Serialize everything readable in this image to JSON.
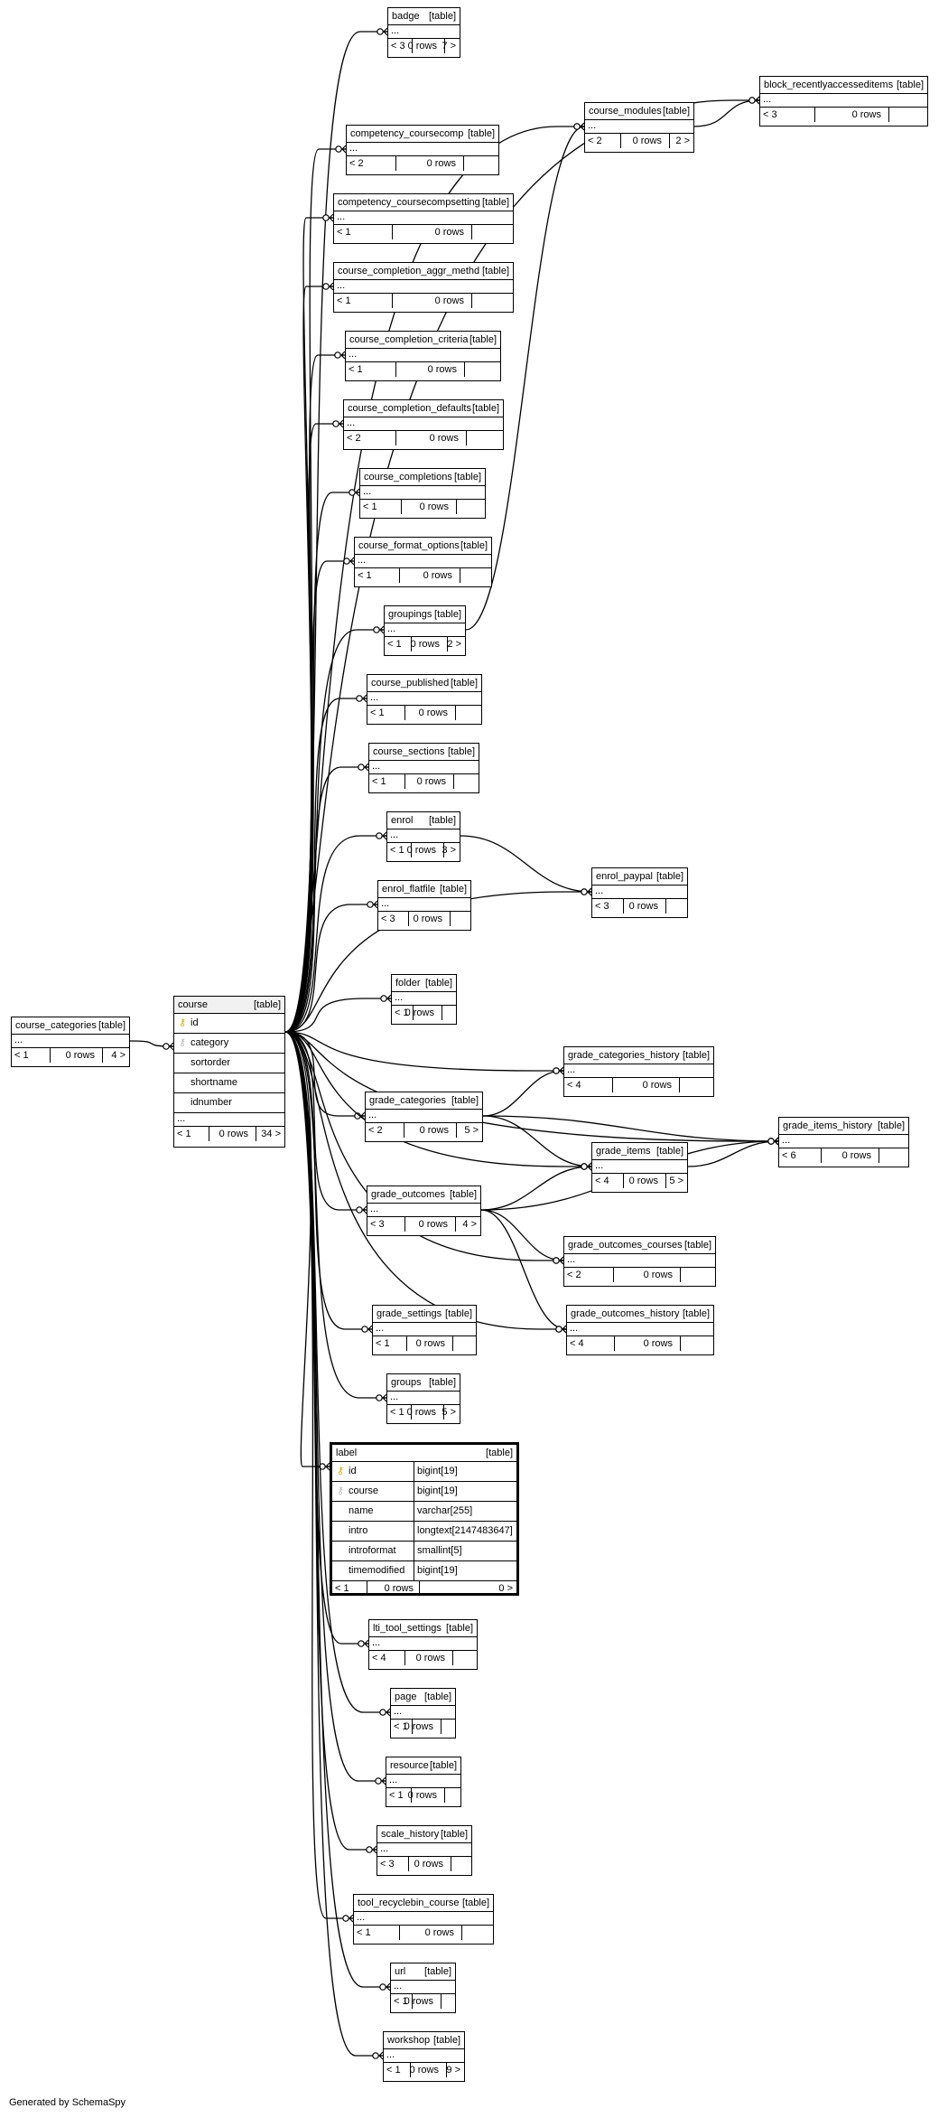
{
  "footer": "Generated by SchemaSpy",
  "table_kind_label": "[table]",
  "ellipsis": "...",
  "tables": [
    {
      "id": "badge",
      "name": "badge",
      "in": "< 3",
      "rows": "0 rows",
      "out": "7 >"
    },
    {
      "id": "block_recentlyaccesseditems",
      "name": "block_recentlyaccesseditems",
      "in": "< 3",
      "rows": "0 rows",
      "out": ""
    },
    {
      "id": "course_modules",
      "name": "course_modules",
      "in": "< 2",
      "rows": "0 rows",
      "out": "2 >"
    },
    {
      "id": "competency_coursecomp",
      "name": "competency_coursecomp",
      "in": "< 2",
      "rows": "0 rows",
      "out": ""
    },
    {
      "id": "competency_coursecompsetting",
      "name": "competency_coursecompsetting",
      "in": "< 1",
      "rows": "0 rows",
      "out": ""
    },
    {
      "id": "course_completion_aggr_methd",
      "name": "course_completion_aggr_methd",
      "in": "< 1",
      "rows": "0 rows",
      "out": ""
    },
    {
      "id": "course_completion_criteria",
      "name": "course_completion_criteria",
      "in": "< 1",
      "rows": "0 rows",
      "out": ""
    },
    {
      "id": "course_completion_defaults",
      "name": "course_completion_defaults",
      "in": "< 2",
      "rows": "0 rows",
      "out": ""
    },
    {
      "id": "course_completions",
      "name": "course_completions",
      "in": "< 1",
      "rows": "0 rows",
      "out": ""
    },
    {
      "id": "course_format_options",
      "name": "course_format_options",
      "in": "< 1",
      "rows": "0 rows",
      "out": ""
    },
    {
      "id": "groupings",
      "name": "groupings",
      "in": "< 1",
      "rows": "0 rows",
      "out": "2 >"
    },
    {
      "id": "course_published",
      "name": "course_published",
      "in": "< 1",
      "rows": "0 rows",
      "out": ""
    },
    {
      "id": "course_sections",
      "name": "course_sections",
      "in": "< 1",
      "rows": "0 rows",
      "out": ""
    },
    {
      "id": "enrol",
      "name": "enrol",
      "in": "< 1",
      "rows": "0 rows",
      "out": "3 >"
    },
    {
      "id": "enrol_paypal",
      "name": "enrol_paypal",
      "in": "< 3",
      "rows": "0 rows",
      "out": ""
    },
    {
      "id": "enrol_flatfile",
      "name": "enrol_flatfile",
      "in": "< 3",
      "rows": "0 rows",
      "out": ""
    },
    {
      "id": "folder",
      "name": "folder",
      "in": "< 1",
      "rows": "0 rows",
      "out": ""
    },
    {
      "id": "course_categories",
      "name": "course_categories",
      "in": "< 1",
      "rows": "0 rows",
      "out": "4 >"
    },
    {
      "id": "grade_categories_history",
      "name": "grade_categories_history",
      "in": "< 4",
      "rows": "0 rows",
      "out": ""
    },
    {
      "id": "grade_categories",
      "name": "grade_categories",
      "in": "< 2",
      "rows": "0 rows",
      "out": "5 >"
    },
    {
      "id": "grade_items_history",
      "name": "grade_items_history",
      "in": "< 6",
      "rows": "0 rows",
      "out": ""
    },
    {
      "id": "grade_items",
      "name": "grade_items",
      "in": "< 4",
      "rows": "0 rows",
      "out": "5 >"
    },
    {
      "id": "grade_outcomes",
      "name": "grade_outcomes",
      "in": "< 3",
      "rows": "0 rows",
      "out": "4 >"
    },
    {
      "id": "grade_outcomes_courses",
      "name": "grade_outcomes_courses",
      "in": "< 2",
      "rows": "0 rows",
      "out": ""
    },
    {
      "id": "grade_settings",
      "name": "grade_settings",
      "in": "< 1",
      "rows": "0 rows",
      "out": ""
    },
    {
      "id": "grade_outcomes_history",
      "name": "grade_outcomes_history",
      "in": "< 4",
      "rows": "0 rows",
      "out": ""
    },
    {
      "id": "groups",
      "name": "groups",
      "in": "< 1",
      "rows": "0 rows",
      "out": "5 >"
    },
    {
      "id": "lti_tool_settings",
      "name": "lti_tool_settings",
      "in": "< 4",
      "rows": "0 rows",
      "out": ""
    },
    {
      "id": "page",
      "name": "page",
      "in": "< 1",
      "rows": "0 rows",
      "out": ""
    },
    {
      "id": "resource",
      "name": "resource",
      "in": "< 1",
      "rows": "0 rows",
      "out": ""
    },
    {
      "id": "scale_history",
      "name": "scale_history",
      "in": "< 3",
      "rows": "0 rows",
      "out": ""
    },
    {
      "id": "tool_recyclebin_course",
      "name": "tool_recyclebin_course",
      "in": "< 1",
      "rows": "0 rows",
      "out": ""
    },
    {
      "id": "url",
      "name": "url",
      "in": "< 1",
      "rows": "0 rows",
      "out": ""
    },
    {
      "id": "workshop",
      "name": "workshop",
      "in": "< 1",
      "rows": "0 rows",
      "out": "9 >"
    }
  ],
  "course": {
    "name": "course",
    "columns": [
      {
        "key": "pk",
        "name": "id"
      },
      {
        "key": "fk",
        "name": "category"
      },
      {
        "key": "",
        "name": "sortorder"
      },
      {
        "key": "",
        "name": "shortname"
      },
      {
        "key": "",
        "name": "idnumber"
      }
    ],
    "in": "< 1",
    "rows": "0 rows",
    "out": "34 >"
  },
  "label": {
    "name": "label",
    "columns": [
      {
        "key": "pk",
        "name": "id",
        "type": "bigint[19]"
      },
      {
        "key": "fk",
        "name": "course",
        "type": "bigint[19]"
      },
      {
        "key": "",
        "name": "name",
        "type": "varchar[255]"
      },
      {
        "key": "",
        "name": "intro",
        "type": "longtext[2147483647]"
      },
      {
        "key": "",
        "name": "introformat",
        "type": "smallint[5]"
      },
      {
        "key": "",
        "name": "timemodified",
        "type": "bigint[19]"
      }
    ],
    "in": "< 1",
    "rows": "0 rows",
    "out": "0 >"
  },
  "key_glyph": "⚷",
  "relations": [
    {
      "from": "course",
      "to": "badge"
    },
    {
      "from": "course",
      "to": "block_recentlyaccesseditems"
    },
    {
      "from": "course",
      "to": "course_modules"
    },
    {
      "from": "course",
      "to": "competency_coursecomp"
    },
    {
      "from": "course",
      "to": "competency_coursecompsetting"
    },
    {
      "from": "course",
      "to": "course_completion_aggr_methd"
    },
    {
      "from": "course",
      "to": "course_completion_criteria"
    },
    {
      "from": "course",
      "to": "course_completion_defaults"
    },
    {
      "from": "course",
      "to": "course_completions"
    },
    {
      "from": "course",
      "to": "course_format_options"
    },
    {
      "from": "course",
      "to": "groupings"
    },
    {
      "from": "course",
      "to": "course_published"
    },
    {
      "from": "course",
      "to": "course_sections"
    },
    {
      "from": "course",
      "to": "enrol"
    },
    {
      "from": "course",
      "to": "enrol_paypal"
    },
    {
      "from": "course",
      "to": "enrol_flatfile"
    },
    {
      "from": "course",
      "to": "folder"
    },
    {
      "from": "course_categories",
      "to": "course"
    },
    {
      "from": "course",
      "to": "grade_categories_history"
    },
    {
      "from": "course",
      "to": "grade_categories"
    },
    {
      "from": "course",
      "to": "grade_items_history"
    },
    {
      "from": "course",
      "to": "grade_items"
    },
    {
      "from": "course",
      "to": "grade_outcomes"
    },
    {
      "from": "course",
      "to": "grade_outcomes_courses"
    },
    {
      "from": "course",
      "to": "grade_settings"
    },
    {
      "from": "course",
      "to": "grade_outcomes_history"
    },
    {
      "from": "course",
      "to": "groups"
    },
    {
      "from": "course",
      "to": "label"
    },
    {
      "from": "course",
      "to": "lti_tool_settings"
    },
    {
      "from": "course",
      "to": "page"
    },
    {
      "from": "course",
      "to": "resource"
    },
    {
      "from": "course",
      "to": "scale_history"
    },
    {
      "from": "course",
      "to": "tool_recyclebin_course"
    },
    {
      "from": "course",
      "to": "url"
    },
    {
      "from": "course",
      "to": "workshop"
    },
    {
      "from": "course_modules",
      "to": "block_recentlyaccesseditems"
    },
    {
      "from": "groupings",
      "to": "course_modules"
    },
    {
      "from": "enrol",
      "to": "enrol_paypal"
    },
    {
      "from": "grade_categories",
      "to": "grade_categories_history"
    },
    {
      "from": "grade_categories",
      "to": "grade_items"
    },
    {
      "from": "grade_categories",
      "to": "grade_items_history"
    },
    {
      "from": "grade_items",
      "to": "grade_items_history"
    },
    {
      "from": "grade_outcomes",
      "to": "grade_items"
    },
    {
      "from": "grade_outcomes",
      "to": "grade_items_history"
    },
    {
      "from": "grade_outcomes",
      "to": "grade_outcomes_courses"
    },
    {
      "from": "grade_outcomes",
      "to": "grade_outcomes_history"
    }
  ]
}
